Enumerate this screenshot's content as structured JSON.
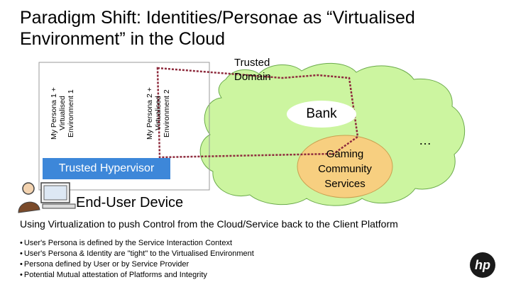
{
  "title": "Paradigm Shift: Identities/Personae as “Virtualised Environment” in the Cloud",
  "device": {
    "persona_1": "My Persona 1 +\nVirtualised\nEnvironment 1",
    "persona_2": "My Persona 2 +\nVirtualised\nEnvironment 2",
    "hypervisor": "Trusted Hypervisor",
    "label": "End-User Device"
  },
  "cloud": {
    "trusted_domain": "Trusted\nDomain",
    "bank": "Bank",
    "gaming": "Gaming\nCommunity\nServices",
    "more": "…"
  },
  "subtitle": "Using Virtualization to push Control from the Cloud/Service back to the Client Platform",
  "bullets": [
    "User's Persona is defined by the Service Interaction Context",
    "User's Persona & Identity are \"tight\" to the Virtualised Environment",
    "Persona defined by User or by Service Provider",
    "Potential Mutual attestation of Platforms and Integrity"
  ],
  "logo": "hp",
  "colors": {
    "hypervisor": "#3d87d9",
    "cloud": "#ccf5a0",
    "gaming_fill": "#f7cf80",
    "domain_line": "#8e2b3d"
  }
}
